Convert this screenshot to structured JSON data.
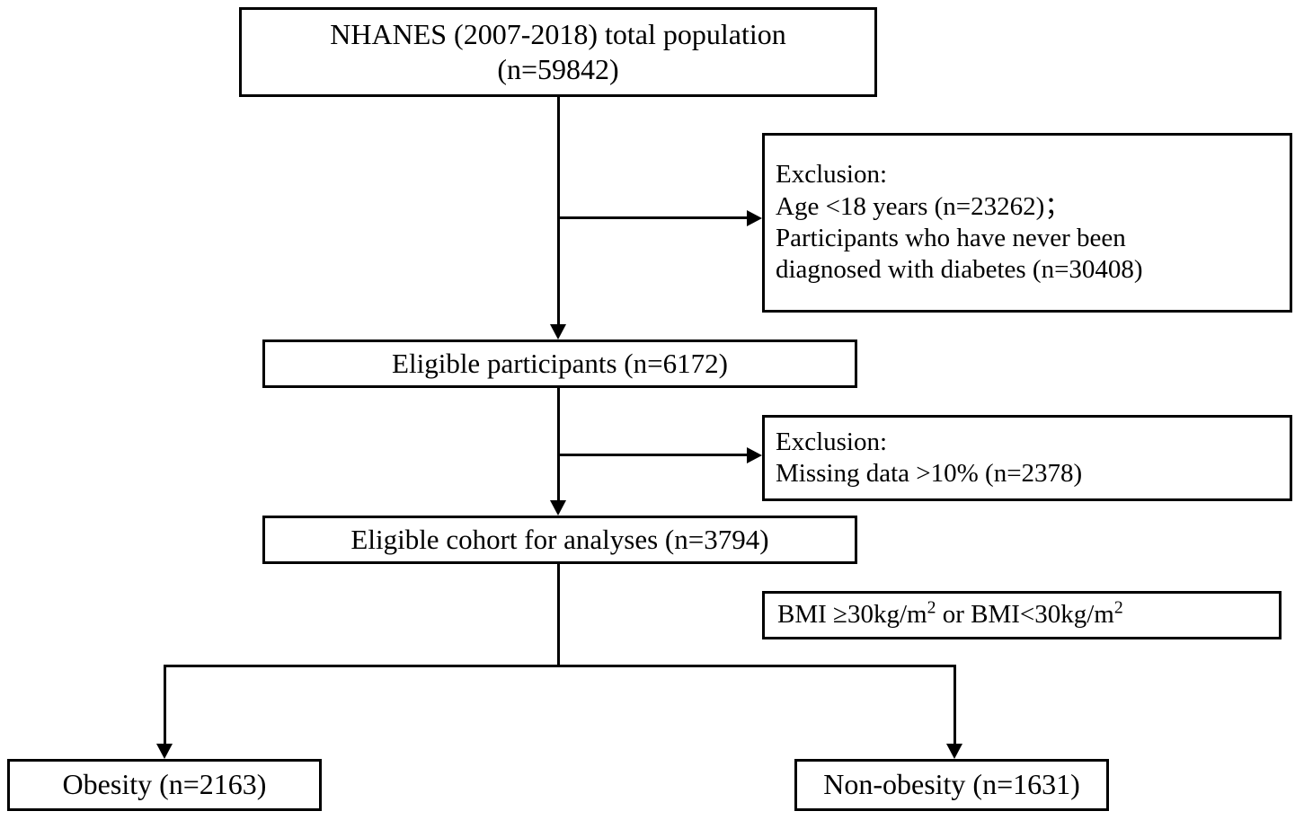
{
  "diagram": {
    "title": "NHANES participant selection flowchart",
    "type": "flowchart",
    "stroke_color": "#000000",
    "background_color": "#ffffff"
  },
  "nodes": {
    "total_population": {
      "line1": "NHANES (2007-2018) total population",
      "line2": "(n=59842)"
    },
    "exclusion_1": {
      "line1": "Exclusion:",
      "line2": "Age <18 years (n=23262)；",
      "line3": "Participants who have never been",
      "line4": "diagnosed with diabetes (n=30408)"
    },
    "eligible_participants": {
      "line1": "Eligible participants (n=6172)"
    },
    "exclusion_2": {
      "line1": "Exclusion:",
      "line2": "Missing data >10% (n=2378)"
    },
    "eligible_cohort": {
      "line1": "Eligible cohort for analyses (n=3794)"
    },
    "bmi_criteria": {
      "prefix": "BMI ≥30kg/m",
      "sup1": "2",
      "middle": " or BMI<30kg/m",
      "sup2": "2"
    },
    "obesity": {
      "line1": "Obesity (n=2163)"
    },
    "non_obesity": {
      "line1": "Non-obesity (n=1631)"
    }
  },
  "counts": {
    "total_population": 59842,
    "excluded_age_under_18": 23262,
    "excluded_never_diagnosed_diabetes": 30408,
    "eligible_participants": 6172,
    "excluded_missing_data_over_10pct": 2378,
    "eligible_cohort": 3794,
    "obesity": 2163,
    "non_obesity": 1631
  }
}
